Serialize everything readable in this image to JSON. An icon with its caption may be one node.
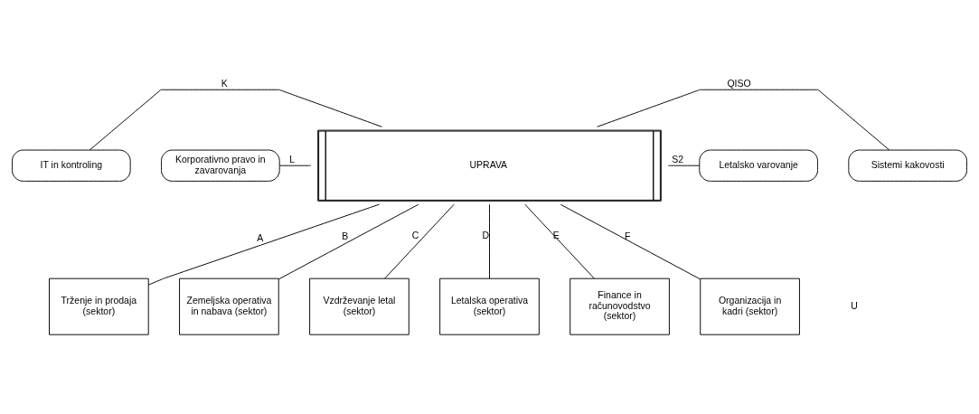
{
  "diagram": {
    "nodes": [
      {
        "text": [
          "UPRAVA"
        ]
      },
      {
        "text": [
          "IT in kontroling"
        ]
      },
      {
        "text": [
          "Korporativno pravo in zavarovanja"
        ]
      },
      {
        "text": [
          "Sistemi kakovosti"
        ]
      },
      {
        "text": [
          "Letalsko varovanje"
        ]
      },
      {
        "text": [
          "Trženje in prodaja (sektor)"
        ]
      },
      {
        "text": [
          "Zemeljska operativa in nabava (sektor)"
        ]
      },
      {
        "text": [
          "Vzdrževanje letal (sektor)"
        ]
      },
      {
        "text": [
          "Letalska operativa (sektor)"
        ]
      },
      {
        "text": [
          "Finance in računovodstvo (sektor)"
        ]
      },
      {
        "text": [
          "Organizacija in kadri (sektor)"
        ]
      }
    ],
    "edges": [
      {
        "from": 0,
        "to": 1,
        "arrow": "none",
        "label": "K"
      },
      {
        "from": 0,
        "to": 2,
        "arrow": "none",
        "label": "L"
      },
      {
        "from": 0,
        "to": 3,
        "arrow": "none",
        "label": "QISO"
      },
      {
        "from": 0,
        "to": 4,
        "arrow": "none",
        "label": "S2"
      },
      {
        "from": 0,
        "to": 5,
        "arrow": "none",
        "label": "A"
      },
      {
        "from": 0,
        "to": 6,
        "arrow": "none",
        "label": "B"
      },
      {
        "from": 0,
        "to": 7,
        "arrow": "none",
        "label": "C"
      },
      {
        "from": 0,
        "to": 8,
        "arrow": "none",
        "label": "D"
      },
      {
        "from": 0,
        "to": 9,
        "arrow": "none",
        "label": "E"
      },
      {
        "from": 0,
        "to": 10,
        "arrow": "none",
        "label": "F"
      }
    ],
    "labels": [
      "U"
    ]
  }
}
